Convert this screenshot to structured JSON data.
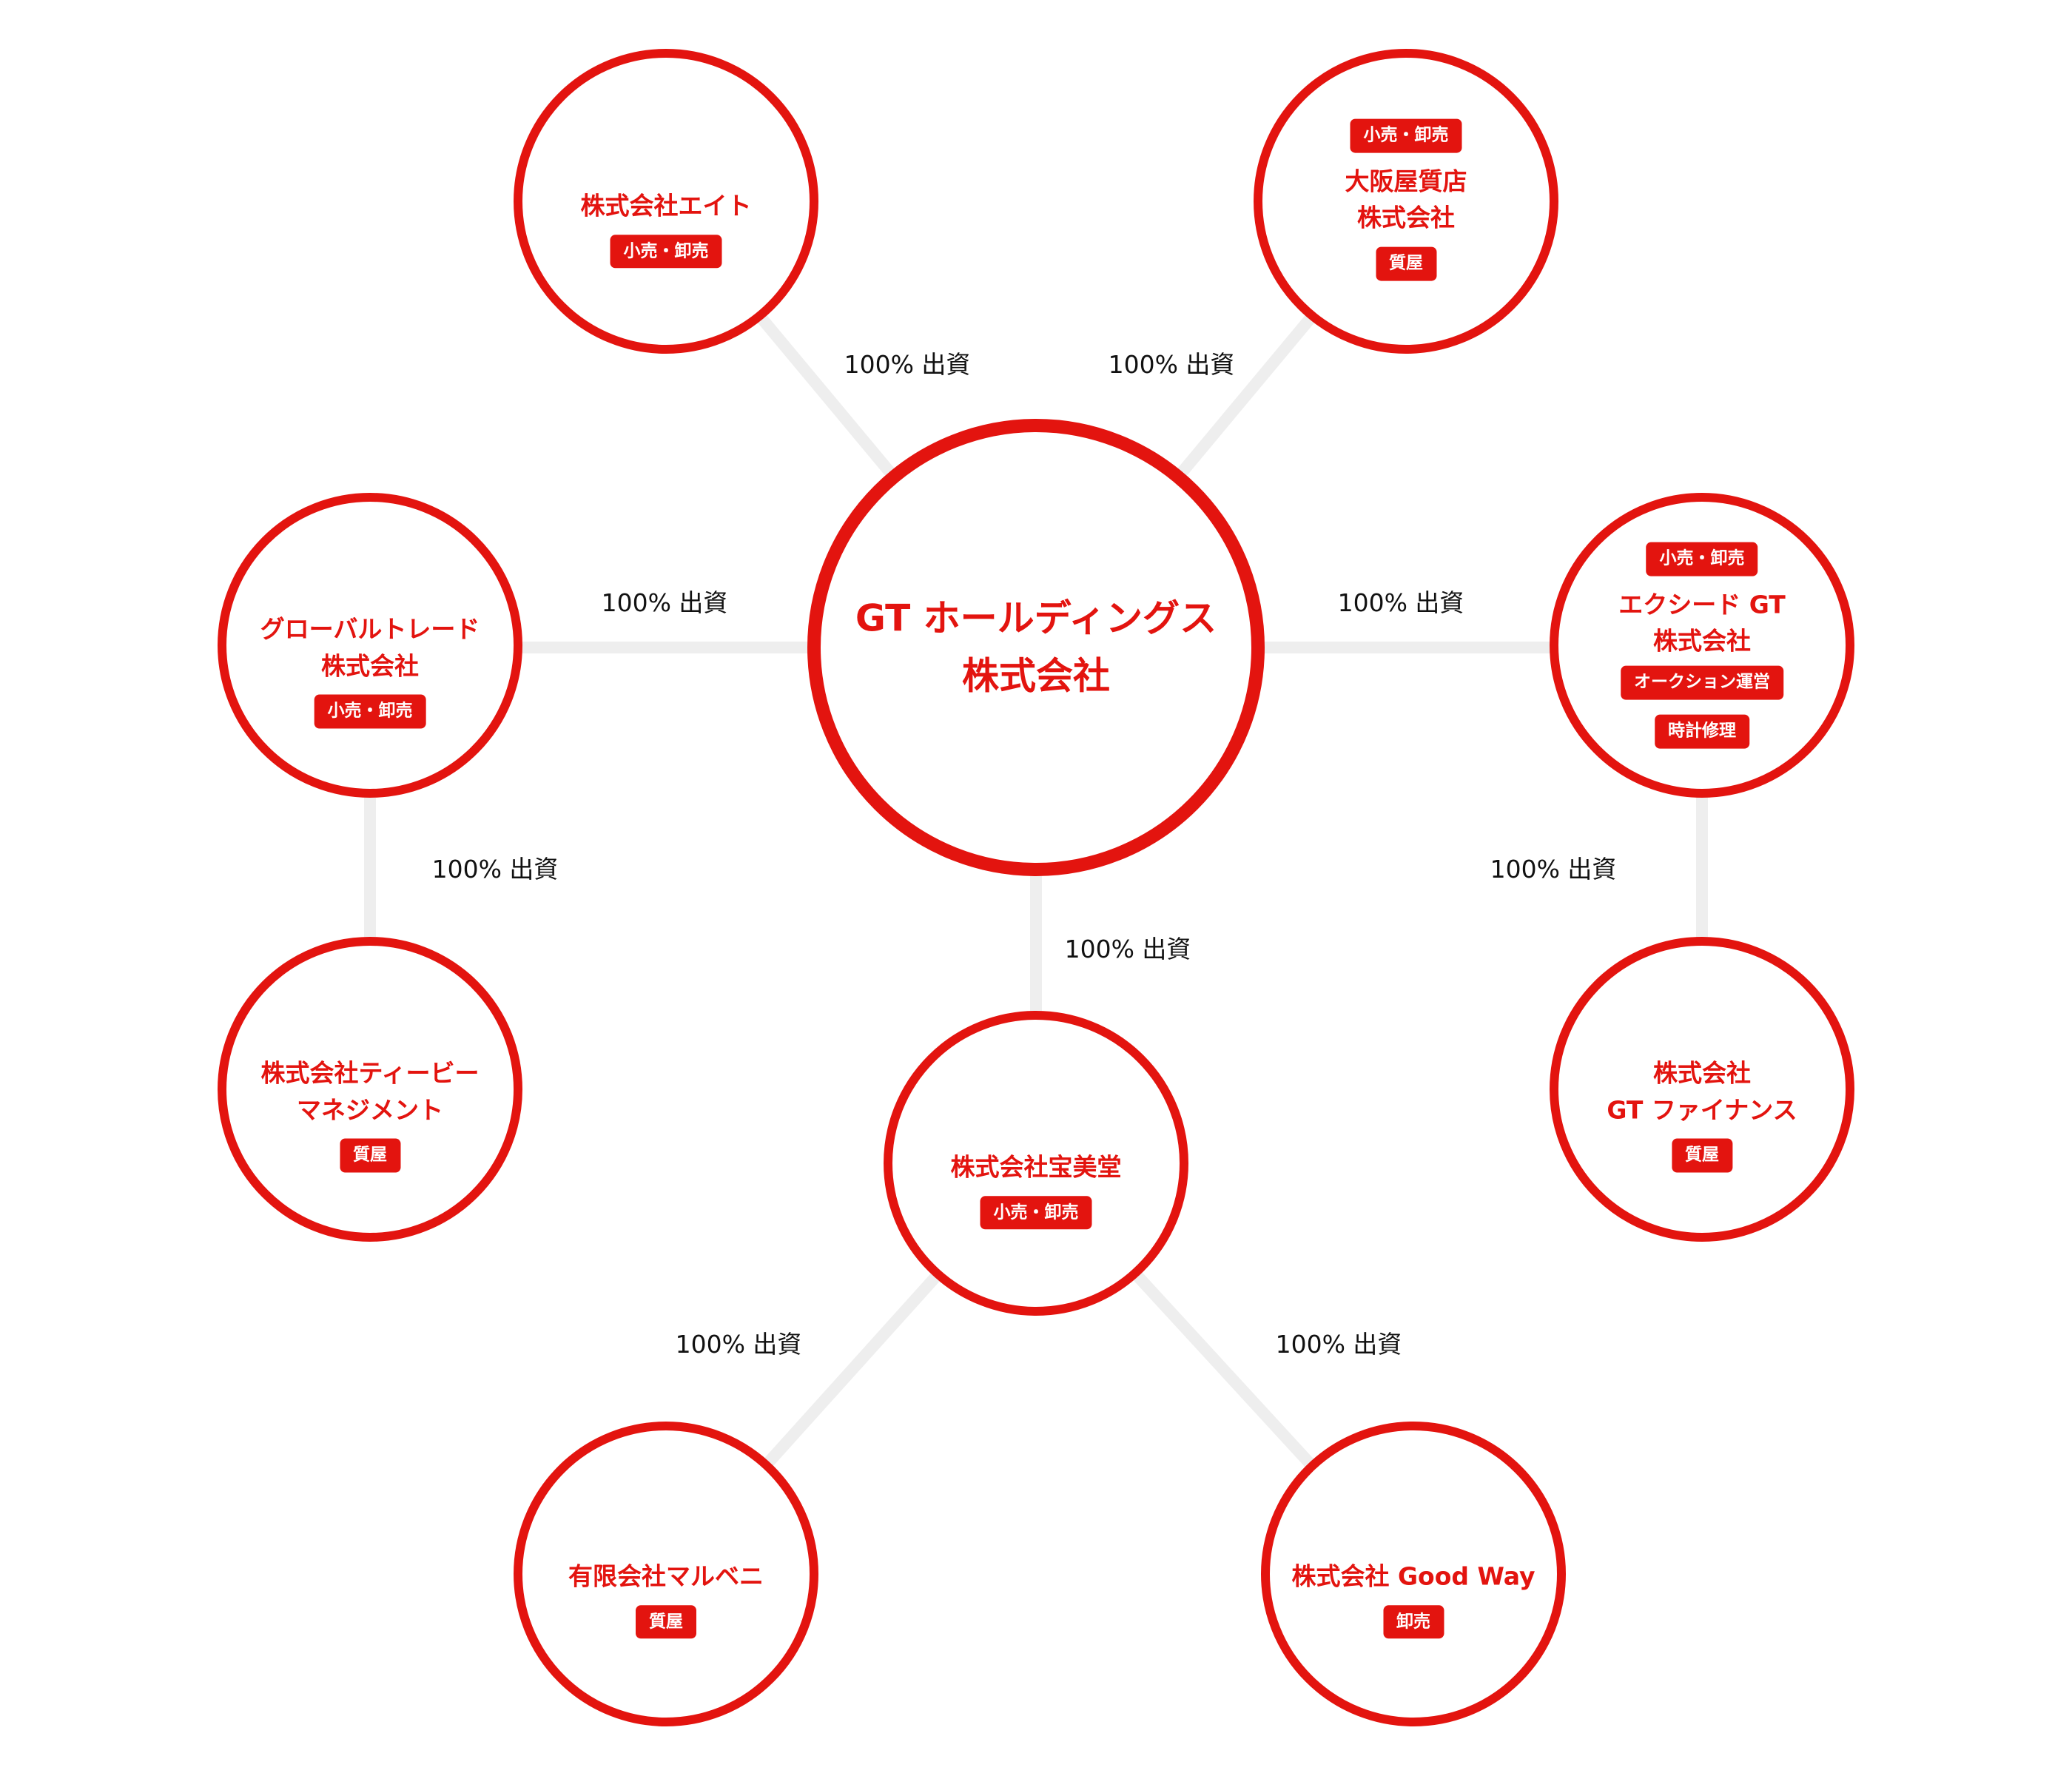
{
  "holding": {
    "line1": "GT ホールディングス",
    "line2": "株式会社"
  },
  "companies": {
    "eight": {
      "name": "株式会社エイト",
      "tags": [
        "小売・卸売"
      ]
    },
    "osakaya": {
      "tag_top": "小売・卸売",
      "line1": "大阪屋質店",
      "line2": "株式会社",
      "tag_bottom": "質屋"
    },
    "global_trade": {
      "line1": "グローバルトレード",
      "line2": "株式会社",
      "tags": [
        "小売・卸売"
      ]
    },
    "exceed_gt": {
      "tag_top": "小売・卸売",
      "line1": "エクシード GT",
      "line2": "株式会社",
      "tags": [
        "オークション運営",
        "時計修理"
      ]
    },
    "tv_management": {
      "line1": "株式会社ティービー",
      "line2": "マネジメント",
      "tags": [
        "質屋"
      ]
    },
    "gt_finance": {
      "line1": "株式会社",
      "line2": "GT ファイナンス",
      "tags": [
        "質屋"
      ]
    },
    "hobido": {
      "name": "株式会社宝美堂",
      "tags": [
        "小売・卸売"
      ]
    },
    "marubeni": {
      "name": "有限会社マルベニ",
      "tags": [
        "質屋"
      ]
    },
    "good_way": {
      "name": "株式会社 Good Way",
      "tags": [
        "卸売"
      ]
    }
  },
  "investment_label": "100% 出資",
  "colors": {
    "accent": "#e3140f",
    "connector": "#eeeeee",
    "text": "#111111"
  }
}
